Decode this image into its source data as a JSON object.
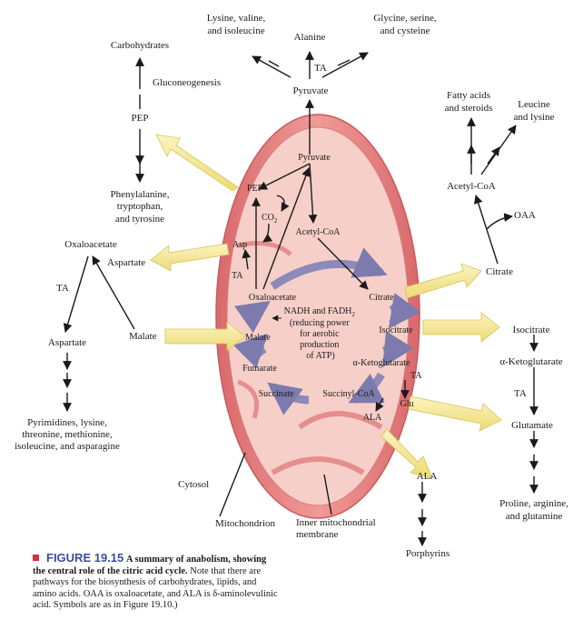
{
  "labels": {
    "lys_val_ile": [
      "Lysine, valine,",
      "and isoleucine"
    ],
    "alanine": "Alanine",
    "gly_ser_cys": [
      "Glycine, serine,",
      "and cysteine"
    ],
    "carbohydrates": "Carbohydrates",
    "gluconeogenesis": "Gluconeogenesis",
    "ta_top": "TA",
    "pyruvate_out": "Pyruvate",
    "fatty_acids": [
      "Fatty acids",
      "and steroids"
    ],
    "leucine_lysine": [
      "Leucine",
      "and lysine"
    ],
    "pep_left": "PEP",
    "acetyl_coa_out": "Acetyl-CoA",
    "oaa_right": "OAA",
    "phe_trp_tyr": [
      "Phenylalanine,",
      "tryptophan,",
      "and tyrosine"
    ],
    "oxaloacetate_out": "Oxaloacetate",
    "aspartate_arrow": "Aspartate",
    "citrate_out": "Citrate",
    "ta_left": "TA",
    "malate_out": "Malate",
    "aspartate_left": "Aspartate",
    "isocitrate_out": "Isocitrate",
    "a_kg_out": "α-Ketoglutarate",
    "ta_right": "TA",
    "glutamate_out": "Glutamate",
    "pyrimidines": [
      "Pyrimidines, lysine,",
      "threonine, methionine,",
      "isoleucine, and asparagine"
    ],
    "cytosol": "Cytosol",
    "ala_out": "ALA",
    "proline": [
      "Proline, arginine,",
      "and glutamine"
    ],
    "mitochondrion": "Mitochondrion",
    "inner_membrane": [
      "Inner mitochondrial",
      "membrane"
    ],
    "porphyrins": "Porphyrins",
    "pyruvate_in": "Pyruvate",
    "pep_in": "PEP",
    "co2": "CO",
    "co2_sub": "2",
    "asp_in": "Asp",
    "acetyl_coa_in": "Acetyl-CoA",
    "ta_in": "TA",
    "oxaloacetate_in": "Oxaloacetate",
    "citrate_in": "Citrate",
    "nadh_block": [
      "NADH and FADH",
      "(reducing power",
      "for aerobic",
      "production",
      "of ATP)"
    ],
    "fadh_sub": "2",
    "malate_in": "Malate",
    "isocitrate_in": "Isocitrate",
    "fumarate_in": "Fumarate",
    "a_kg_in": "α-Ketoglutarate",
    "ta_in2": "TA",
    "succinate_in": "Succinate",
    "succinyl_coa_in": "Succinyl-CoA",
    "glu_in": "Glu",
    "ala_in": "ALA"
  },
  "caption": {
    "figure": "FIGURE 19.15",
    "title": "A summary of anabolism, showing the central role of the citric acid cycle.",
    "body": "Note that there are pathways for the biosynthesis of carbohydrates, lipids, and amino acids. OAA is oxaloacetate, and ALA is δ-aminolevulinic acid. Symbols are as in Figure 19.10.)"
  },
  "colors": {
    "membrane_outer": "#e88a8a",
    "matrix": "#f6c9c3",
    "cycle_arrow": "#8c8ab8",
    "yellow_arrow": "#f3e48a",
    "caption_accent": "#3a4e9c",
    "caption_square": "#d2323c"
  },
  "icons": [
    "yellow-block-arrow",
    "purple-cycle-arrow",
    "black-arrow"
  ]
}
